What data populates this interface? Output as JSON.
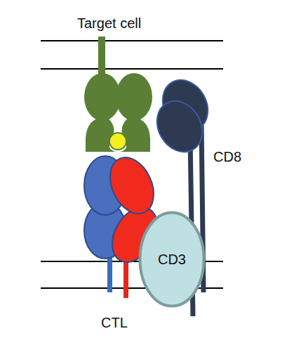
{
  "diagram": {
    "nodes": [
      {
        "text": [
          "CD3"
        ]
      }
    ],
    "labels": [
      "Target cell",
      "CD8",
      "CTL"
    ]
  }
}
